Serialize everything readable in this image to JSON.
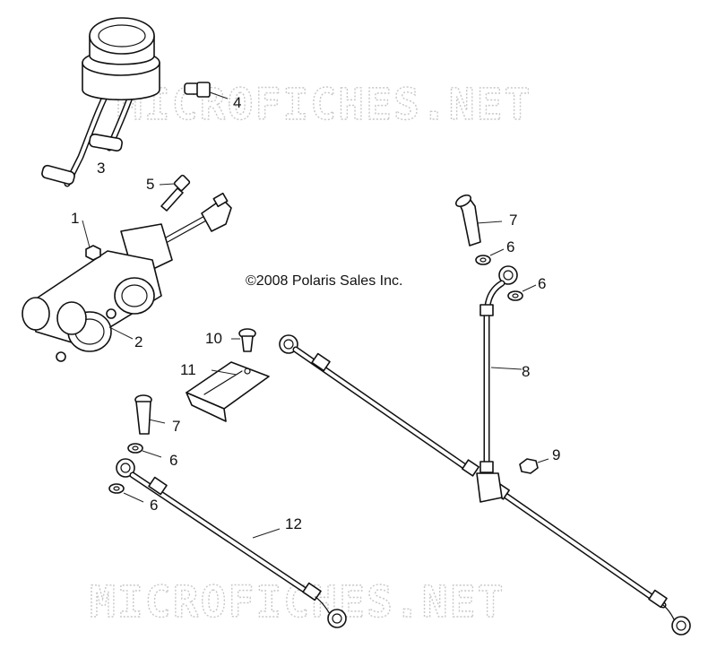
{
  "copyright": "©2008 Polaris Sales Inc.",
  "watermark": "MICROFICHES.NET",
  "callouts": {
    "c1": "1",
    "c2": "2",
    "c3": "3",
    "c4": "4",
    "c5": "5",
    "c6a": "6",
    "c6b": "6",
    "c6c": "6",
    "c6d": "6",
    "c7a": "7",
    "c7b": "7",
    "c8": "8",
    "c9": "9",
    "c10": "10",
    "c11": "11",
    "c12": "12"
  }
}
